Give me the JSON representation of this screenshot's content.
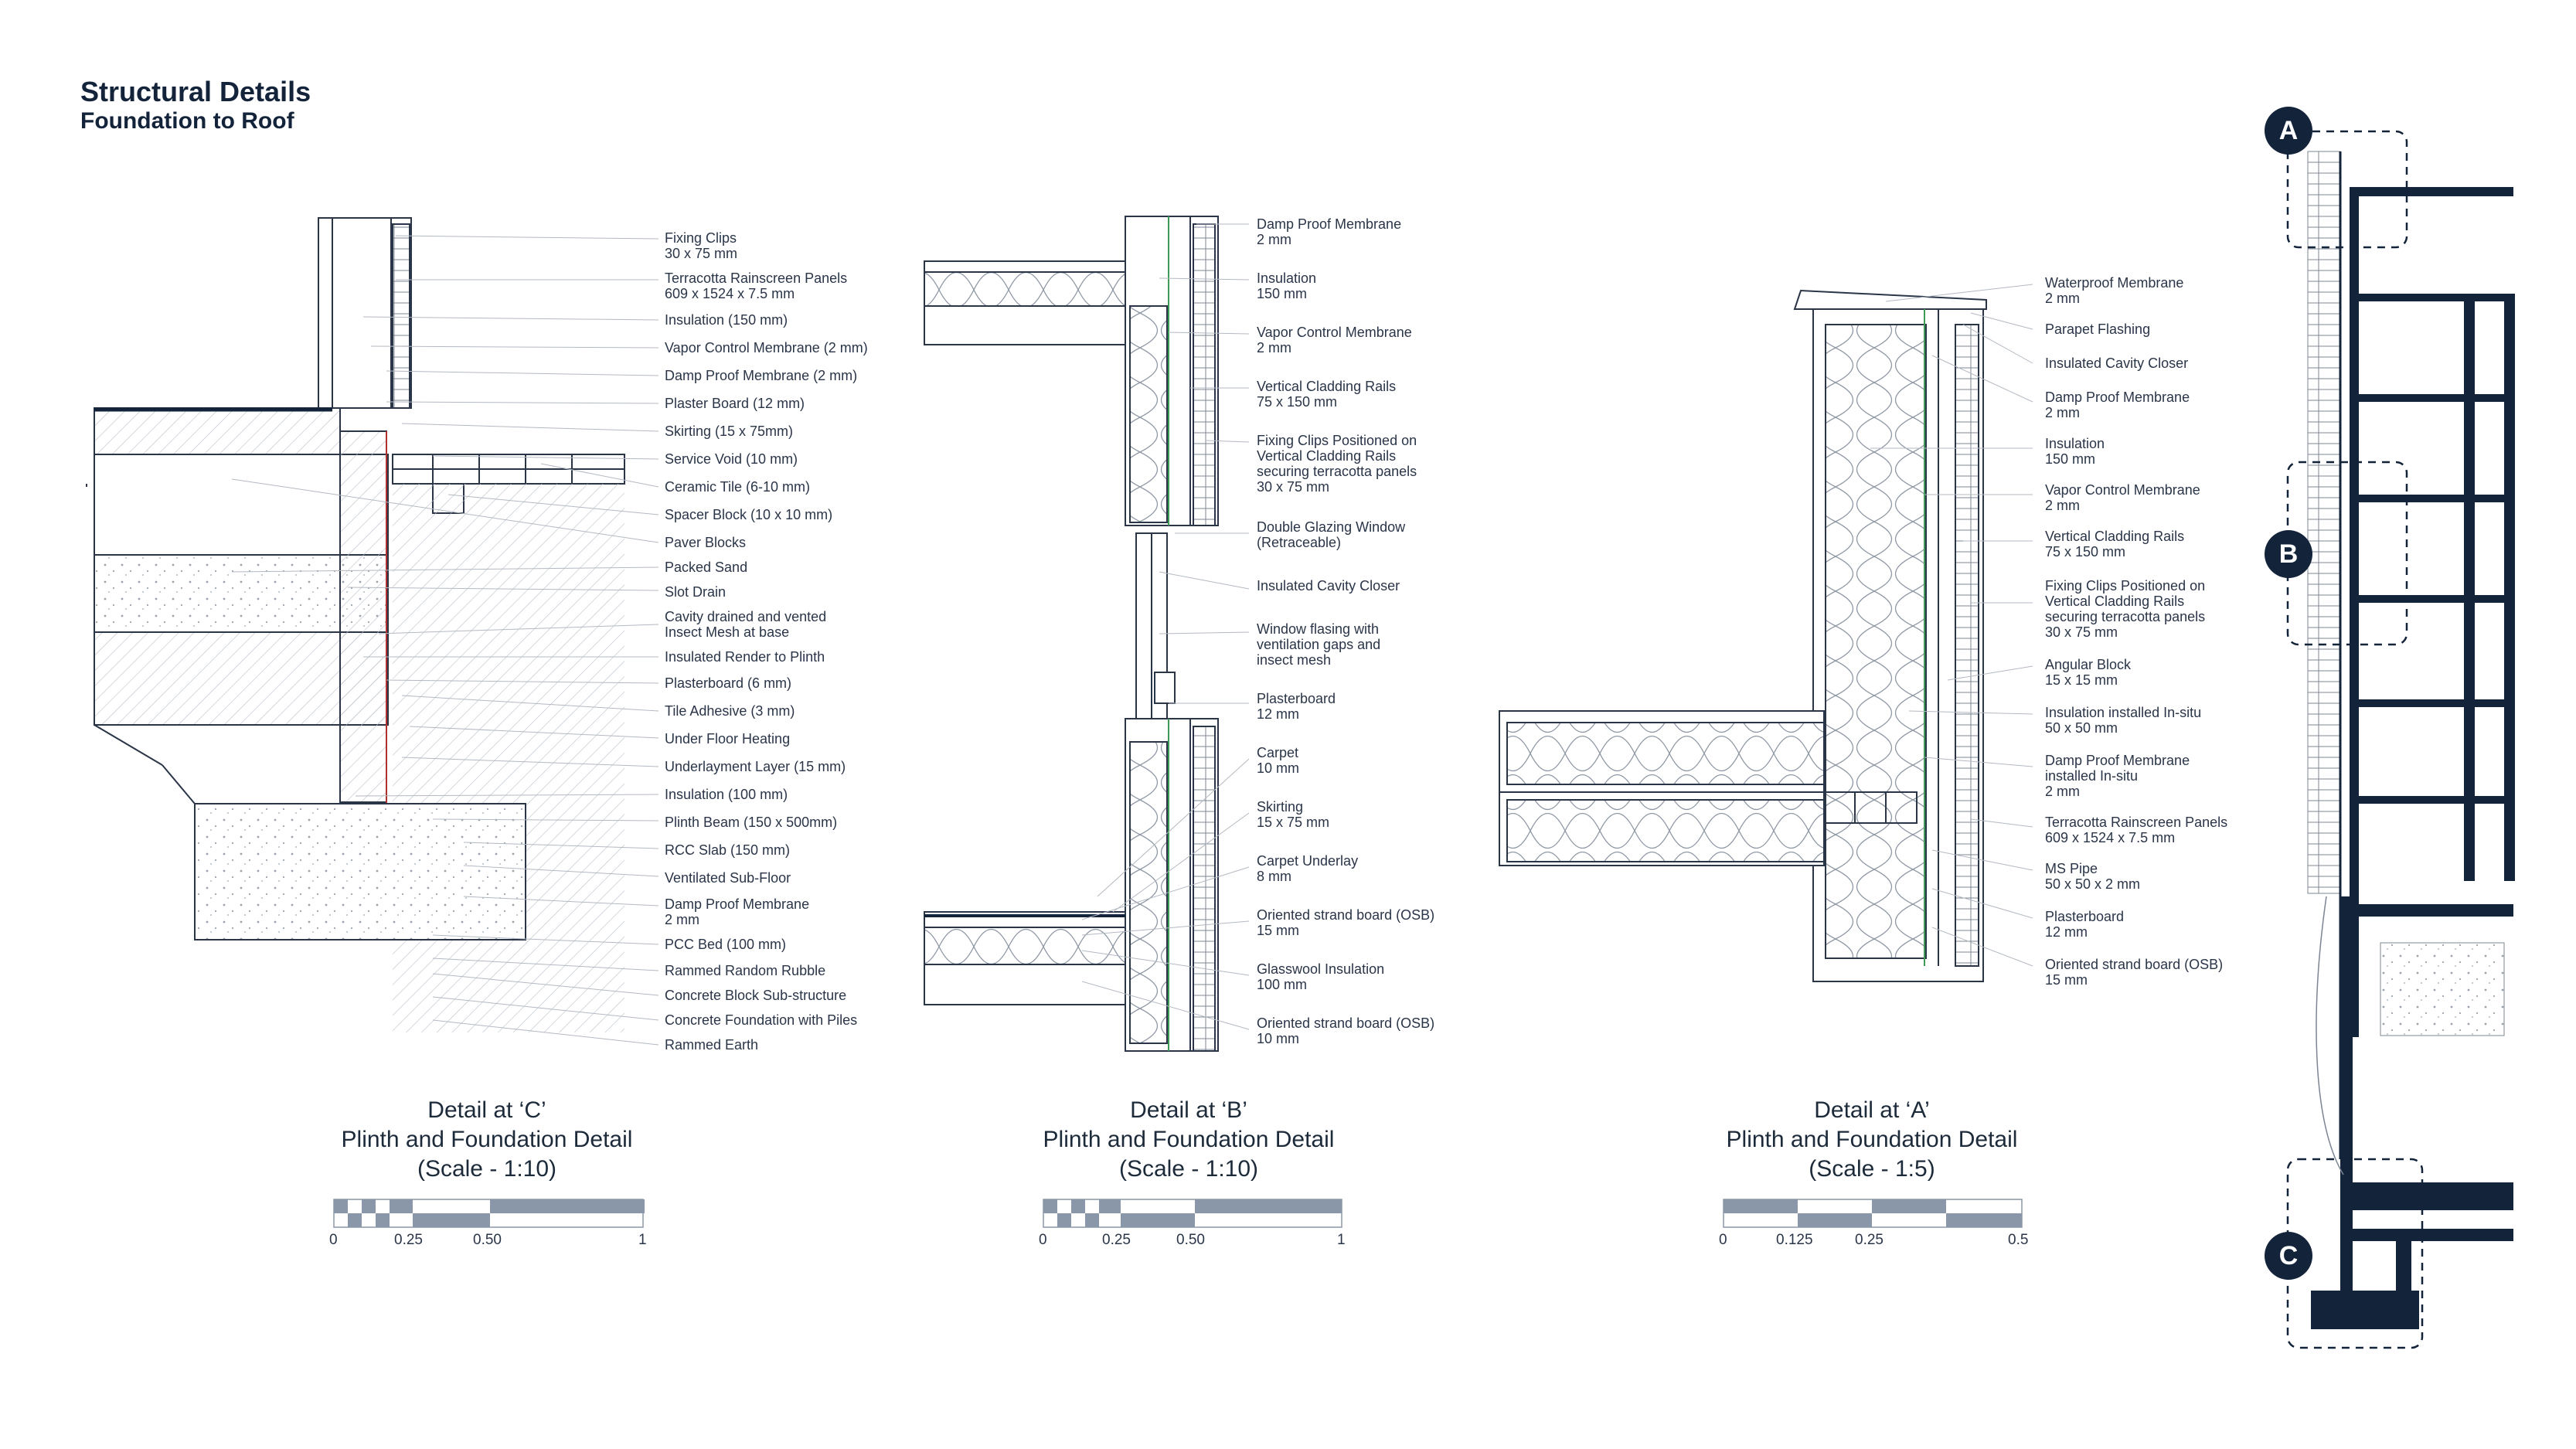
{
  "header": {
    "title": "Structural Details",
    "subtitle": "Foundation to Roof"
  },
  "detail_c": {
    "caption": [
      "Detail at ‘C’",
      "Plinth and Foundation Detail",
      "(Scale - 1:10)"
    ],
    "scale_ticks": [
      "0",
      "0.25",
      "0.50",
      "1"
    ],
    "labels": [
      [
        "Fixing Clips",
        "30 x 75 mm"
      ],
      [
        "Terracotta Rainscreen Panels",
        "609 x 1524 x 7.5 mm"
      ],
      [
        "Insulation (150 mm)"
      ],
      [
        "Vapor Control Membrane (2 mm)"
      ],
      [
        "Damp Proof Membrane (2 mm)"
      ],
      [
        "Plaster Board (12 mm)"
      ],
      [
        "Skirting (15 x 75mm)"
      ],
      [
        "Service Void (10 mm)"
      ],
      [
        "Ceramic Tile (6-10 mm)"
      ],
      [
        "Spacer Block (10 x 10 mm)"
      ],
      [
        "Paver Blocks"
      ],
      [
        "Packed Sand"
      ],
      [
        "Slot Drain"
      ],
      [
        "Cavity drained and vented",
        "Insect Mesh at base"
      ],
      [
        "Insulated Render to Plinth"
      ],
      [
        "Plasterboard (6 mm)"
      ],
      [
        "Tile Adhesive (3 mm)"
      ],
      [
        "Under Floor Heating"
      ],
      [
        "Underlayment Layer (15 mm)"
      ],
      [
        "Insulation (100 mm)"
      ],
      [
        "Plinth Beam (150 x 500mm)"
      ],
      [
        "RCC Slab (150 mm)"
      ],
      [
        "Ventilated Sub-Floor"
      ],
      [
        "Damp Proof Membrane",
        "2 mm"
      ],
      [
        "PCC Bed (100 mm)"
      ],
      [
        "Rammed Random Rubble"
      ],
      [
        "Concrete Block Sub-structure"
      ],
      [
        "Concrete Foundation with Piles"
      ],
      [
        "Rammed Earth"
      ]
    ]
  },
  "detail_b": {
    "caption": [
      "Detail at ‘B’",
      "Plinth and Foundation Detail",
      "(Scale - 1:10)"
    ],
    "scale_ticks": [
      "0",
      "0.25",
      "0.50",
      "1"
    ],
    "labels": [
      [
        "Damp Proof Membrane",
        "2 mm"
      ],
      [
        "Insulation",
        "150 mm"
      ],
      [
        "Vapor Control Membrane",
        "2 mm"
      ],
      [
        "Vertical Cladding Rails",
        "75 x 150 mm"
      ],
      [
        "Fixing Clips Positioned on",
        "Vertical Cladding Rails",
        "securing terracotta panels",
        "30 x 75 mm"
      ],
      [
        "Double Glazing Window",
        "(Retraceable)"
      ],
      [
        "Insulated Cavity Closer"
      ],
      [
        "Window flasing with",
        "ventilation gaps and",
        "insect mesh"
      ],
      [
        "Plasterboard",
        "12 mm"
      ],
      [
        "Carpet",
        "10 mm"
      ],
      [
        "Skirting",
        "15 x 75 mm"
      ],
      [
        "Carpet Underlay",
        "8 mm"
      ],
      [
        "Oriented strand board (OSB)",
        "15 mm"
      ],
      [
        "Glasswool Insulation",
        "100 mm"
      ],
      [
        "Oriented strand board (OSB)",
        "10 mm"
      ]
    ]
  },
  "detail_a": {
    "caption": [
      "Detail at ‘A’",
      "Plinth and Foundation Detail",
      "(Scale - 1:5)"
    ],
    "scale_ticks": [
      "0",
      "0.125",
      "0.25",
      "0.5"
    ],
    "labels": [
      [
        "Waterproof Membrane",
        "2 mm"
      ],
      [
        "Parapet Flashing"
      ],
      [
        "Insulated Cavity Closer"
      ],
      [
        "Damp Proof Membrane",
        "2 mm"
      ],
      [
        "Insulation",
        "150 mm"
      ],
      [
        "Vapor Control Membrane",
        "2 mm"
      ],
      [
        "Vertical Cladding Rails",
        "75 x 150 mm"
      ],
      [
        "Fixing Clips Positioned on",
        "Vertical Cladding Rails",
        "securing terracotta panels",
        "30 x 75 mm"
      ],
      [
        "Angular Block",
        "15 x 15 mm"
      ],
      [
        "Insulation installed In-situ",
        "50 x 50 mm"
      ],
      [
        "Damp Proof Membrane",
        "installed In-situ",
        "2 mm"
      ],
      [
        "Terracotta Rainscreen Panels",
        "609 x 1524 x 7.5 mm"
      ],
      [
        "MS Pipe",
        "50 x 50 x 2 mm"
      ],
      [
        "Plasterboard",
        "12 mm"
      ],
      [
        "Oriented strand board (OSB)",
        "15 mm"
      ]
    ]
  },
  "section_markers": [
    "A",
    "B",
    "C"
  ],
  "colors": {
    "ink": "#13233a",
    "line": "#2a3548",
    "scale_fill": "#8a97a8",
    "green_membrane": "#3f9a55",
    "red_membrane": "#b03030"
  }
}
